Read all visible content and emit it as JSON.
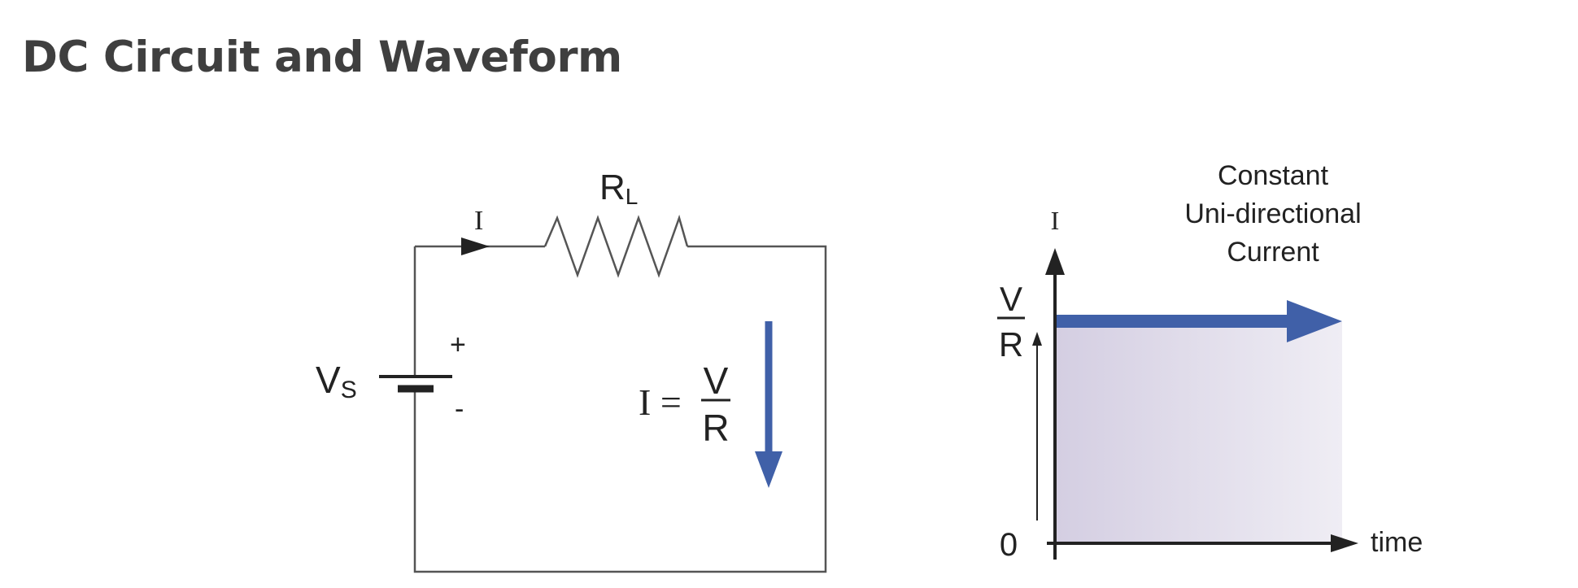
{
  "page": {
    "title": "DC Circuit and Waveform"
  },
  "circuit": {
    "source_label": "V",
    "source_subscript": "S",
    "plus_sign": "+",
    "minus_sign": "-",
    "resistor_label": "R",
    "resistor_subscript": "L",
    "current_symbol": "I",
    "ohms_law": {
      "lhs": "I =",
      "numerator": "V",
      "denominator": "R"
    }
  },
  "waveform": {
    "y_axis_label": "I",
    "level_numerator": "V",
    "level_denominator": "R",
    "origin_label": "0",
    "x_axis_label": "time",
    "annotation_lines": [
      "Constant",
      "Uni-directional",
      "Current"
    ]
  },
  "colors": {
    "accent": "#4060a8",
    "wire": "#555555",
    "text": "#222222",
    "title": "#3f3f3f",
    "fill_start": "#d4cee2",
    "fill_end": "#efedf4"
  }
}
